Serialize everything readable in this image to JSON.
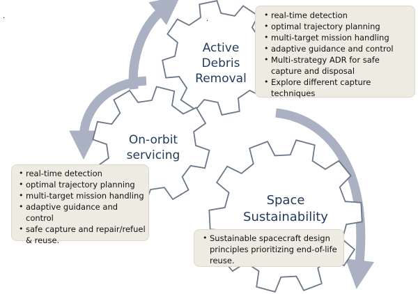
{
  "gears": {
    "adr": {
      "line1": "Active",
      "line2": "Debris",
      "line3": "Removal"
    },
    "oos": {
      "line1": "On-orbit",
      "line2": "servicing"
    },
    "ss": {
      "line1": "Space",
      "line2": "Sustainability"
    }
  },
  "boxes": {
    "adr_items": [
      "real-time detection",
      "optimal trajectory planning",
      "multi-target mission handling",
      "adaptive guidance and control",
      "Multi-strategy ADR for safe capture and disposal",
      "Explore different capture techniques"
    ],
    "oos_items": [
      "real-time detection",
      "optimal trajectory planning",
      "multi-target mission handling",
      "adaptive guidance and control",
      "safe capture and repair/refuel & reuse."
    ],
    "ss_items": [
      "Sustainable spacecraft design principles prioritizing end-of-life reuse."
    ]
  },
  "colors": {
    "gear_stroke": "#6b7787",
    "arrow": "#a9b1c3",
    "box_fill": "#eeebe2",
    "text": "#1f3b5a"
  }
}
